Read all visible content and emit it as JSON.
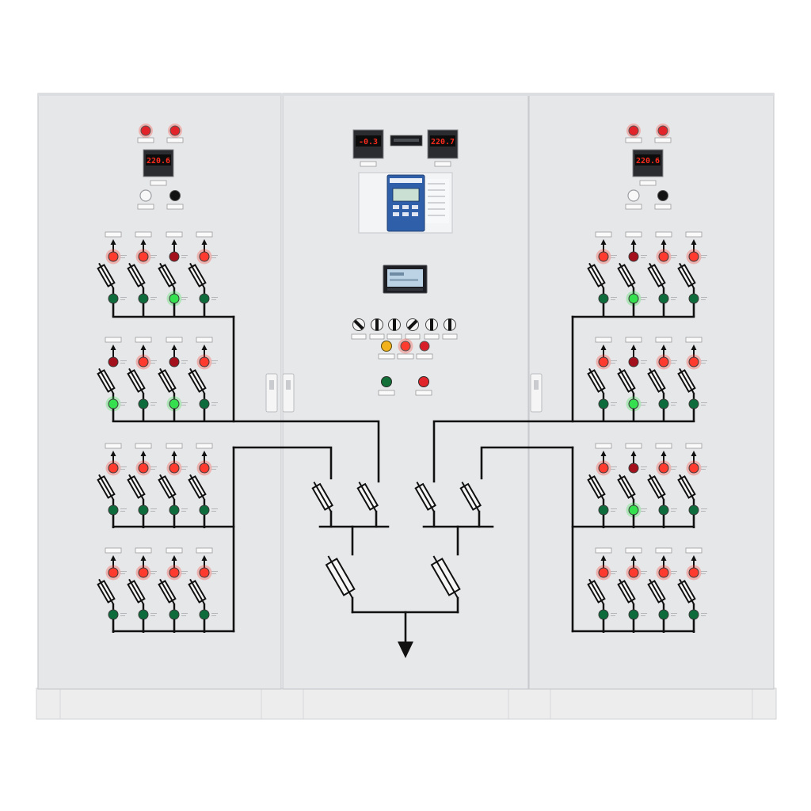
{
  "panels": {
    "left": {
      "meter_reading": "220.6"
    },
    "center": {
      "meter_left_reading": "-0.3",
      "meter_right_reading": "220.7"
    },
    "right": {
      "meter_reading": "220.6"
    }
  },
  "colors": {
    "cabinet": "#e6e7e9",
    "cabinet_edge": "#c8cace",
    "plinth": "#ededee",
    "busbar": "#111111",
    "led_text": "#ff2b1c",
    "relay_blue": "#2f5fa8",
    "lamp_red_lit": "#ff3b2f",
    "lamp_red_dim": "#a3121c",
    "lamp_green_lit": "#35e04f",
    "lamp_green_dim": "#0e6b3c",
    "lamp_yellow": "#f2b21b"
  },
  "feeder_lamps": {
    "left": [
      {
        "top": [
          "#ff3b2f",
          "#ff3b2f",
          "#a3121c",
          "#ff3b2f"
        ],
        "bottom": [
          "#0e6b3c",
          "#0e6b3c",
          "#35e04f",
          "#0e6b3c"
        ]
      },
      {
        "top": [
          "#a3121c",
          "#ff3b2f",
          "#a3121c",
          "#ff3b2f"
        ],
        "bottom": [
          "#35e04f",
          "#0e6b3c",
          "#35e04f",
          "#0e6b3c"
        ]
      },
      {
        "top": [
          "#ff3b2f",
          "#ff3b2f",
          "#ff3b2f",
          "#ff3b2f"
        ],
        "bottom": [
          "#0e6b3c",
          "#0e6b3c",
          "#0e6b3c",
          "#0e6b3c"
        ]
      },
      {
        "top": [
          "#ff3b2f",
          "#ff3b2f",
          "#ff3b2f",
          "#ff3b2f"
        ],
        "bottom": [
          "#0e6b3c",
          "#0e6b3c",
          "#0e6b3c",
          "#0e6b3c"
        ]
      }
    ],
    "right": [
      {
        "top": [
          "#ff3b2f",
          "#a3121c",
          "#ff3b2f",
          "#ff3b2f"
        ],
        "bottom": [
          "#0e6b3c",
          "#35e04f",
          "#0e6b3c",
          "#0e6b3c"
        ]
      },
      {
        "top": [
          "#ff3b2f",
          "#a3121c",
          "#ff3b2f",
          "#ff3b2f"
        ],
        "bottom": [
          "#0e6b3c",
          "#35e04f",
          "#0e6b3c",
          "#0e6b3c"
        ]
      },
      {
        "top": [
          "#ff3b2f",
          "#a3121c",
          "#ff3b2f",
          "#ff3b2f"
        ],
        "bottom": [
          "#0e6b3c",
          "#35e04f",
          "#0e6b3c",
          "#0e6b3c"
        ]
      },
      {
        "top": [
          "#ff3b2f",
          "#ff3b2f",
          "#ff3b2f",
          "#ff3b2f"
        ],
        "bottom": [
          "#0e6b3c",
          "#0e6b3c",
          "#0e6b3c",
          "#0e6b3c"
        ]
      }
    ]
  }
}
